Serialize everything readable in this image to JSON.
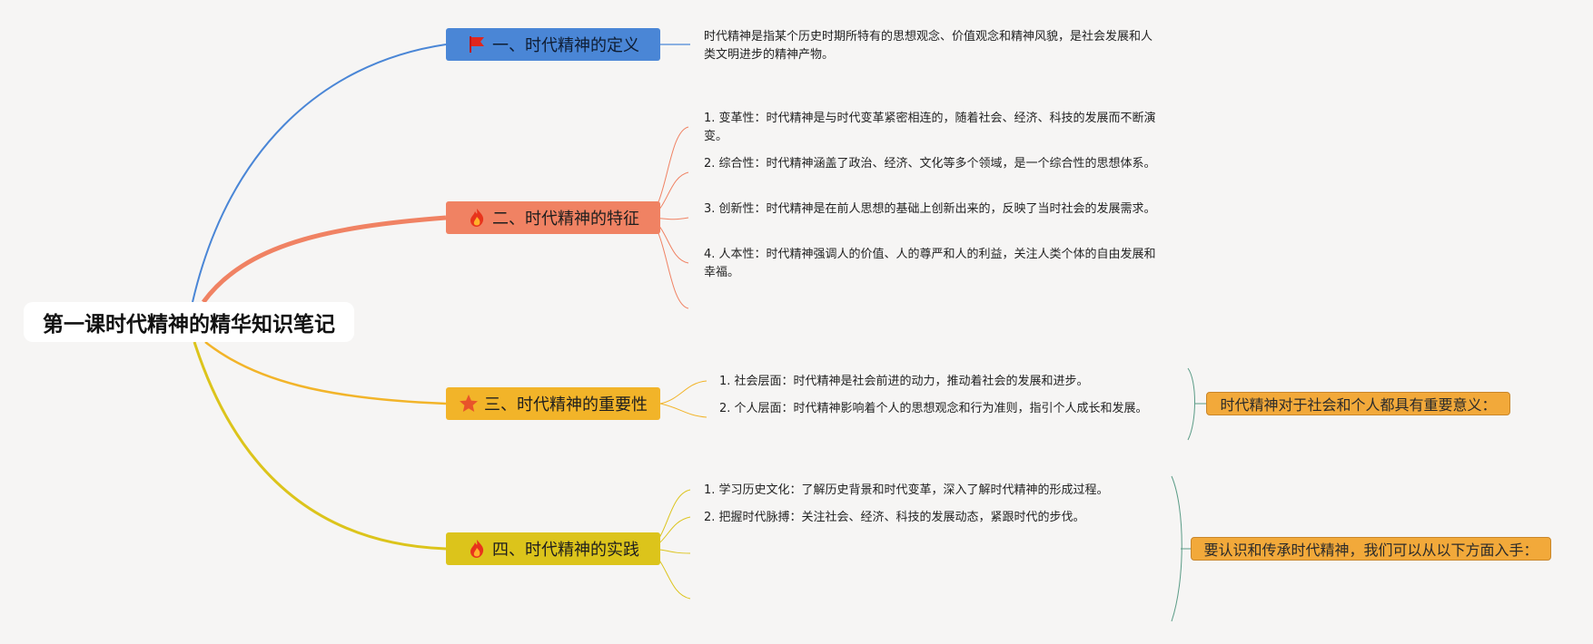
{
  "root": {
    "title": "第一课时代精神的精华知识笔记"
  },
  "branches": [
    {
      "label": "一、时代精神的定义",
      "icon": "flag-icon",
      "color": "#4a86d6",
      "items": [
        "时代精神是指某个历史时期所特有的思想观念、价值观念和精神风貌，是社会发展和人类文明进步的精神产物。"
      ]
    },
    {
      "label": "二、时代精神的特征",
      "icon": "fire-icon",
      "color": "#f08263",
      "items": [
        "1. 变革性：时代精神是与时代变革紧密相连的，随着社会、经济、科技的发展而不断演变。",
        "2. 综合性：时代精神涵盖了政治、经济、文化等多个领域，是一个综合性的思想体系。",
        "3. 创新性：时代精神是在前人思想的基础上创新出来的，反映了当时社会的发展需求。",
        "4. 人本性：时代精神强调人的价值、人的尊严和人的利益，关注人类个体的自由发展和幸福。"
      ]
    },
    {
      "label": "三、时代精神的重要性",
      "icon": "star-icon",
      "color": "#f2b429",
      "items": [
        "1. 社会层面：时代精神是社会前进的动力，推动着社会的发展和进步。",
        "2. 个人层面：时代精神影响着个人的思想观念和行为准则，指引个人成长和发展。"
      ],
      "summary": "时代精神对于社会和个人都具有重要意义："
    },
    {
      "label": "四、时代精神的实践",
      "icon": "fire-icon",
      "color": "#dcc41b",
      "items": [
        "1. 学习历史文化：了解历史背景和时代变革，深入了解时代精神的形成过程。",
        "2. 把握时代脉搏：关注社会、经济、科技的发展动态，紧跟时代的步伐。"
      ],
      "summary": "要认识和传承时代精神，我们可以从以下方面入手："
    }
  ]
}
